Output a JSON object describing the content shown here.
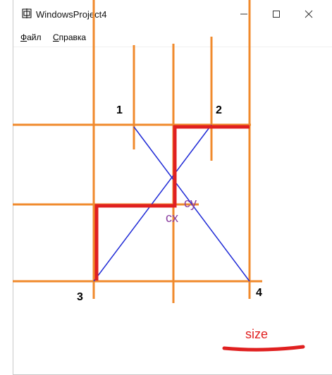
{
  "window": {
    "title": "WindowsProject4",
    "controls": {
      "minimize_icon": "minimize-icon",
      "maximize_icon": "maximize-icon",
      "close_icon": "close-icon"
    }
  },
  "menu": {
    "items": [
      {
        "label": "Файл",
        "mnemonic": "Ф"
      },
      {
        "label": "Справка",
        "mnemonic": "С"
      }
    ]
  },
  "drawing": {
    "labels": {
      "corner1": "1",
      "corner2": "2",
      "corner3": "3",
      "corner4": "4",
      "cy": "cy",
      "cx": "cx",
      "size": "size"
    },
    "colors": {
      "guide": "#f08a2c",
      "highlight": "#e02020",
      "diagonal": "#1f2ad6",
      "annotation": "#8a3fa0",
      "size_label": "#e02020"
    }
  }
}
